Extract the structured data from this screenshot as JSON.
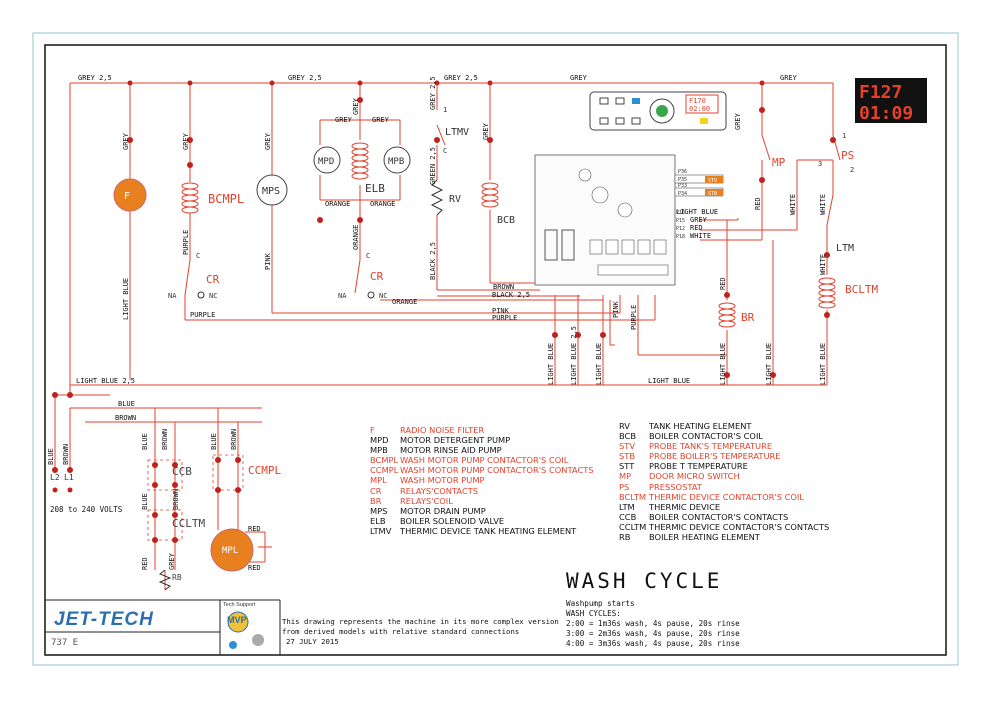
{
  "diagram": {
    "colors": {
      "red": "#e3412b",
      "orange": "#e8801f",
      "black": "#111111",
      "border": "#9fd3dc"
    },
    "wire_labels": {
      "grey_25": "GREY 2,5",
      "grey": "GREY",
      "purple": "PURPLE",
      "pink": "PINK",
      "orange": "ORANGE",
      "black_25": "BLACK 2,5",
      "brown": "BROWN",
      "red": "RED",
      "white": "WHITE",
      "light_blue": "LIGHT BLUE",
      "light_blue_25": "LIGHT BLUE 2,5",
      "blue": "BLUE",
      "green_25": "GREEN 2,5"
    },
    "components": {
      "F": "F",
      "BCMPL": "BCMPL",
      "CR": "CR",
      "MPS": "MPS",
      "MPD": "MPD",
      "MPB": "MPB",
      "ELB": "ELB",
      "LTMV": "LTMV",
      "RV": "RV",
      "BCB": "BCB",
      "MP": "MP",
      "PS": "PS",
      "LTM": "LTM",
      "BCLTM": "BCLTM",
      "BR": "BR",
      "CCB": "CCB",
      "CCMPL": "CCMPL",
      "CCLTM": "CCLTM",
      "MPL": "MPL",
      "RB": "RB",
      "NA": "NA",
      "NC": "NC",
      "C": "C",
      "L1": "L1",
      "L2": "L2"
    },
    "terminals": {
      "P36": "P36",
      "P35": "P35",
      "P33": "P33",
      "P34": "P34",
      "P16": "P16",
      "P15": "P15",
      "P12": "P12",
      "P18": "P18"
    },
    "pins": {
      "stv": "STV",
      "stb": "STB",
      "p16_wire": "LIGHT BLUE",
      "p15_wire": "GREY",
      "p12_wire": "RED",
      "p18_wire": "WHITE"
    },
    "display": {
      "line1": "F127",
      "line2": "01:09",
      "panel_line1": "F170",
      "panel_line2": "02:00"
    },
    "voltage": "208 to 240 VOLTS",
    "ps_numbers": {
      "one": "1",
      "two": "2",
      "three": "3"
    },
    "ltmv_numbers": {
      "one": "1",
      "c": "C"
    }
  },
  "legend_left": [
    {
      "key": "F",
      "text": "RADIO NOISE FILTER",
      "color": "red"
    },
    {
      "key": "MPD",
      "text": "MOTOR DETERGENT PUMP",
      "color": "black"
    },
    {
      "key": "MPB",
      "text": "MOTOR RINSE AID PUMP",
      "color": "black"
    },
    {
      "key": "BCMPL",
      "text": "WASH MOTOR PUMP CONTACTOR'S COIL",
      "color": "red"
    },
    {
      "key": "CCMPL",
      "text": "WASH MOTOR PUMP CONTACTOR'S CONTACTS",
      "color": "red"
    },
    {
      "key": "MPL",
      "text": "WASH MOTOR PUMP",
      "color": "red"
    },
    {
      "key": "CR",
      "text": "RELAYS'CONTACTS",
      "color": "red"
    },
    {
      "key": "BR",
      "text": "RELAYS'COIL",
      "color": "red"
    },
    {
      "key": "MPS",
      "text": "MOTOR DRAIN PUMP",
      "color": "black"
    },
    {
      "key": "ELB",
      "text": "BOILER SOLENOID VALVE",
      "color": "black"
    },
    {
      "key": "LTMV",
      "text": "THERMIC DEVICE TANK HEATING ELEMENT",
      "color": "black"
    }
  ],
  "legend_right": [
    {
      "key": "RV",
      "text": "TANK HEATING ELEMENT",
      "color": "black"
    },
    {
      "key": "BCB",
      "text": "BOILER CONTACTOR'S COIL",
      "color": "black"
    },
    {
      "key": "STV",
      "text": "PROBE TANK'S TEMPERATURE",
      "color": "red"
    },
    {
      "key": "STB",
      "text": "PROBE BOILER'S TEMPERATURE",
      "color": "red"
    },
    {
      "key": "STT",
      "text": "PROBE T TEMPERATURE",
      "color": "black"
    },
    {
      "key": "MP",
      "text": "DOOR MICRO SWITCH",
      "color": "red"
    },
    {
      "key": "PS",
      "text": "PRESSOSTAT",
      "color": "red"
    },
    {
      "key": "BCLTM",
      "text": "THERMIC DEVICE CONTACTOR'S COIL",
      "color": "red"
    },
    {
      "key": "LTM",
      "text": "THERMIC DEVICE",
      "color": "black"
    },
    {
      "key": "CCB",
      "text": "BOILER CONTACTOR'S CONTACTS",
      "color": "black"
    },
    {
      "key": "CCLTM",
      "text": "THERMIC DEVICE CONTACTOR'S CONTACTS",
      "color": "black"
    },
    {
      "key": "RB",
      "text": "BOILER HEATING ELEMENT",
      "color": "black"
    }
  ],
  "wash_cycle": {
    "title": "WASH CYCLE",
    "lines": [
      "Washpump starts",
      "WASH CYCLES:",
      "2:00 = 1m36s wash, 4s pause, 20s rinse",
      "3:00 = 2m36s wash, 4s pause, 20s rinse",
      "4:00 = 3m36s wash, 4s pause, 20s rinse"
    ]
  },
  "footer": {
    "logo": "JET-TECH",
    "support": "Tech Support",
    "mvp": "MVP",
    "model": "737 E",
    "note_line1": "This drawing represents the machine in its more complex version",
    "note_line2": "from derived models with relative standard connections",
    "date": "27 JULY 2015"
  }
}
